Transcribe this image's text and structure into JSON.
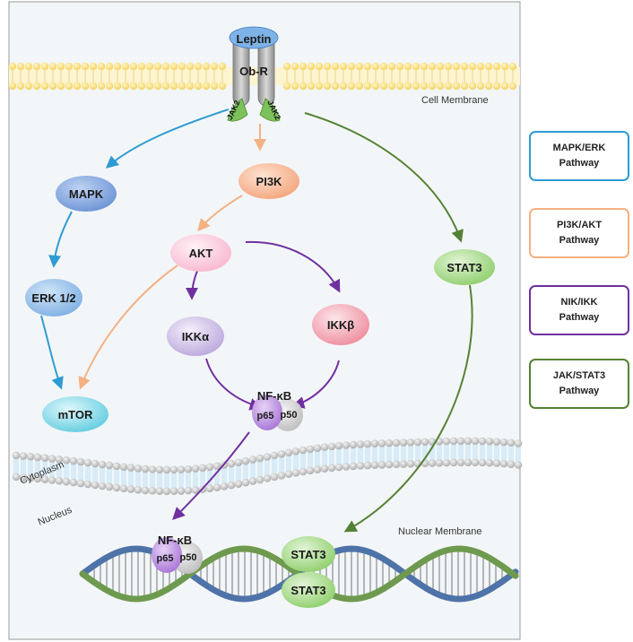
{
  "receptor": {
    "ligand": "Leptin",
    "receptor": "Ob-R",
    "jak_left": "JAK2",
    "jak_right": "JAK2"
  },
  "regions": {
    "cell_membrane": "Cell Membrane",
    "cytoplasm": "Cytoplasm",
    "nucleus": "Nucleus",
    "nuclear_membrane": "Nuclear Membrane"
  },
  "nodes": {
    "mapk": "MAPK",
    "erk": "ERK 1/2",
    "mtor": "mTOR",
    "pi3k": "PI3K",
    "akt": "AKT",
    "ikka": "IKKα",
    "ikkb": "IKKβ",
    "stat3": "STAT3",
    "nfkb_cyto": {
      "label": "NF-κB",
      "p65": "p65",
      "p50": "p50"
    },
    "nfkb_nuc": {
      "label": "NF-κB",
      "p65": "p65",
      "p50": "p50"
    },
    "stat3_dimer_top": "STAT3",
    "stat3_dimer_bottom": "STAT3"
  },
  "legend": [
    {
      "label": "MAPK/ERK\nPathway",
      "color": "#2e9bd2"
    },
    {
      "label": "PI3K/AKT\nPathway",
      "color": "#f4b183"
    },
    {
      "label": "NIK/IKK\nPathway",
      "color": "#7030a0"
    },
    {
      "label": "JAK/STAT3\nPathway",
      "color": "#548235"
    }
  ],
  "colors": {
    "mapk_erk": "#2e9bd2",
    "pi3k_akt": "#f4b183",
    "nik_ikk": "#7030a0",
    "jak_stat3": "#548235",
    "cell_background": "#f3f6f8",
    "lipid_head": "#f9df7a"
  }
}
